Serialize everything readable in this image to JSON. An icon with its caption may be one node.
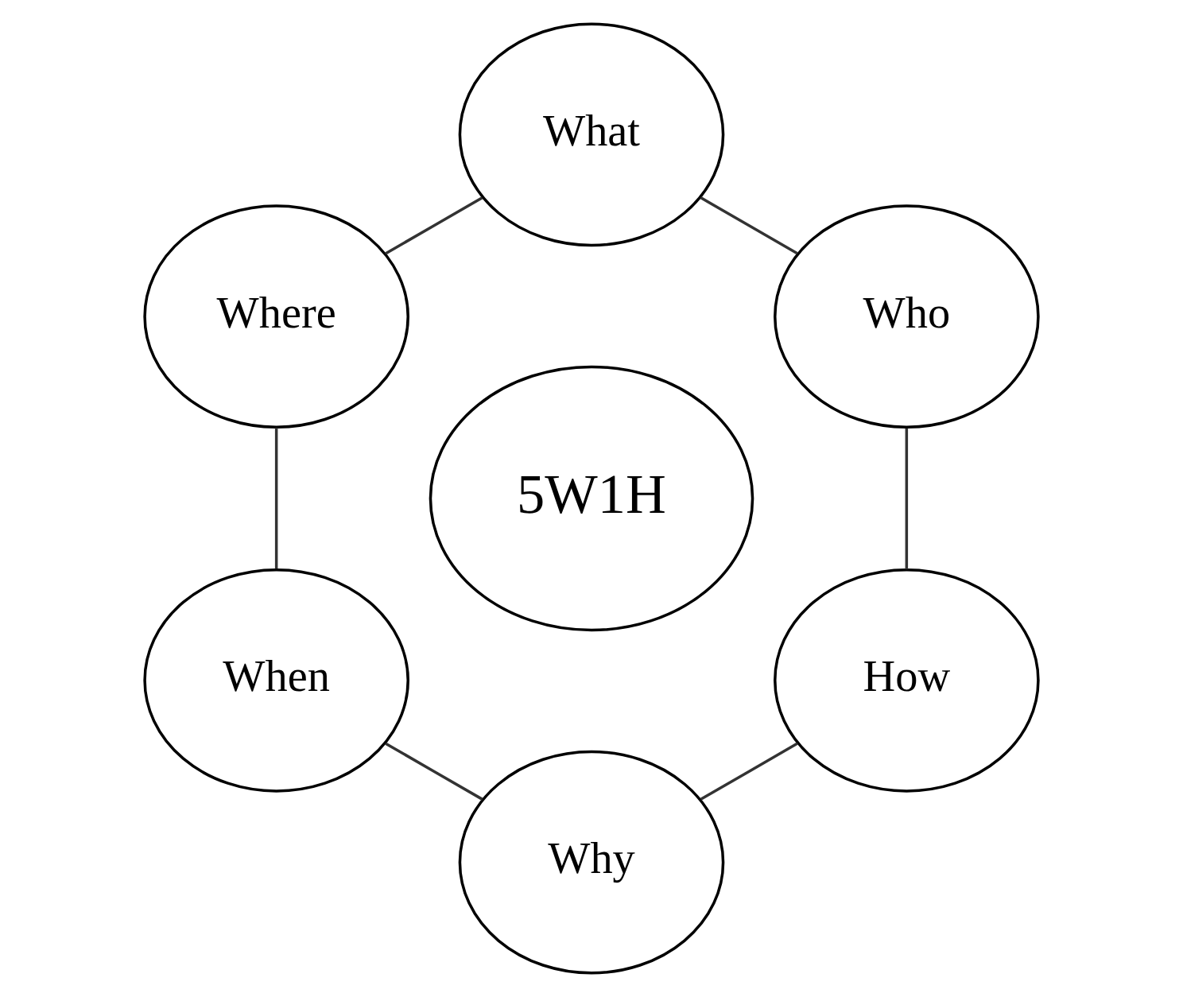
{
  "diagram": {
    "nodes": [
      {
        "text": [
          "5W1H"
        ]
      },
      {
        "text": [
          "Who"
        ]
      },
      {
        "text": [
          "What"
        ]
      },
      {
        "text": [
          "Where"
        ]
      },
      {
        "text": [
          "When"
        ]
      },
      {
        "text": [
          "Why"
        ]
      },
      {
        "text": [
          "How"
        ]
      }
    ],
    "edges": [
      {
        "from": 1,
        "to": 2,
        "arrow": "none"
      },
      {
        "from": 2,
        "to": 3,
        "arrow": "none"
      },
      {
        "from": 3,
        "to": 4,
        "arrow": "none"
      },
      {
        "from": 4,
        "to": 5,
        "arrow": "none"
      },
      {
        "from": 5,
        "to": 6,
        "arrow": "none"
      },
      {
        "from": 6,
        "to": 1,
        "arrow": "none"
      }
    ]
  }
}
